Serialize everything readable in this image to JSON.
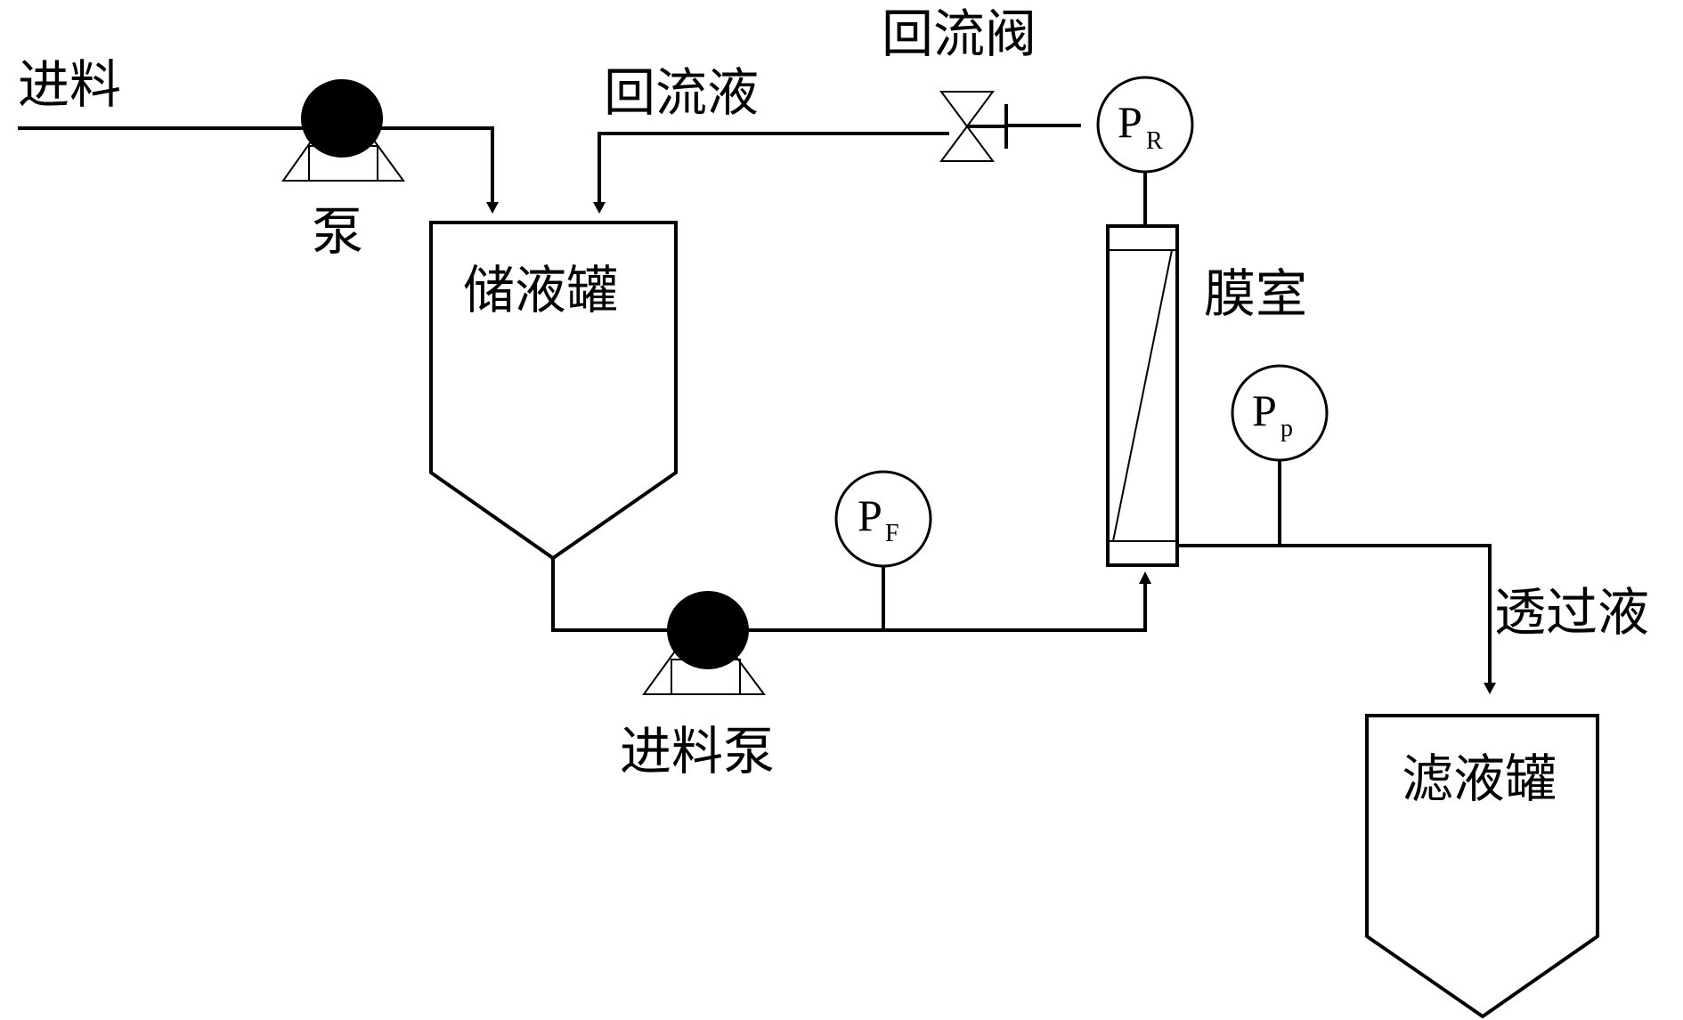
{
  "labels": {
    "feed": "进料",
    "pump": "泵",
    "storage_tank": "储液罐",
    "reflux_liquid": "回流液",
    "reflux_valve": "回流阀",
    "membrane_chamber": "膜室",
    "feed_pump": "进料泵",
    "permeate": "透过液",
    "filtrate_tank": "滤液罐"
  },
  "gauges": {
    "reflux": {
      "main": "P",
      "sub": "R"
    },
    "feed": {
      "main": "P",
      "sub": "F"
    },
    "permeate": {
      "main": "P",
      "sub": "p"
    }
  }
}
